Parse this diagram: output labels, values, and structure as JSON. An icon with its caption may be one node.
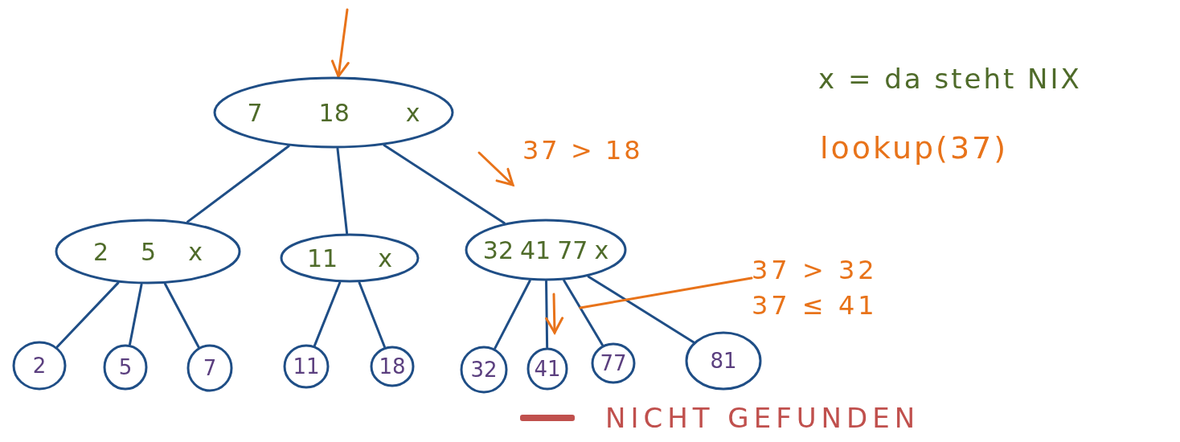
{
  "diagram": {
    "nodes": [
      {
        "text": [
          "7",
          "18",
          "x"
        ]
      },
      {
        "text": [
          "2",
          "5",
          "x"
        ]
      },
      {
        "text": [
          "11",
          "x"
        ]
      },
      {
        "text": [
          "32",
          "41",
          "77",
          "x"
        ]
      },
      {
        "text": [
          "2"
        ]
      },
      {
        "text": [
          "5"
        ]
      },
      {
        "text": [
          "7"
        ]
      },
      {
        "text": [
          "11"
        ]
      },
      {
        "text": [
          "18"
        ]
      },
      {
        "text": [
          "32"
        ]
      },
      {
        "text": [
          "41"
        ]
      },
      {
        "text": [
          "77"
        ]
      },
      {
        "text": [
          "81"
        ]
      },
      {
        "text": [
          "37 > 32",
          "37 ≤ 41"
        ]
      }
    ],
    "edges": [
      {
        "from": 0,
        "to": 1,
        "arrow": "none"
      },
      {
        "from": 0,
        "to": 2,
        "arrow": "none"
      },
      {
        "from": 0,
        "to": 3,
        "arrow": "none"
      },
      {
        "from": 1,
        "to": 4,
        "arrow": "none"
      },
      {
        "from": 1,
        "to": 5,
        "arrow": "none"
      },
      {
        "from": 1,
        "to": 6,
        "arrow": "none"
      },
      {
        "from": 2,
        "to": 7,
        "arrow": "none"
      },
      {
        "from": 2,
        "to": 8,
        "arrow": "none"
      },
      {
        "from": 3,
        "to": 9,
        "arrow": "none"
      },
      {
        "from": 3,
        "to": 10,
        "arrow": "none"
      },
      {
        "from": 3,
        "to": 11,
        "arrow": "none"
      },
      {
        "from": 3,
        "to": 12,
        "arrow": "none"
      },
      {
        "from": null,
        "to": 0,
        "arrow": "to",
        "color": "#e8731a"
      },
      {
        "from": 13,
        "to": null,
        "arrow": "none",
        "color": "#e8731a"
      }
    ],
    "labels": [
      "x = da steht NIX",
      "lookup(37)",
      "37 > 18"
    ],
    "legend": [
      {
        "text": "NICHT GEFUNDEN",
        "color": "#c0504d"
      }
    ]
  }
}
